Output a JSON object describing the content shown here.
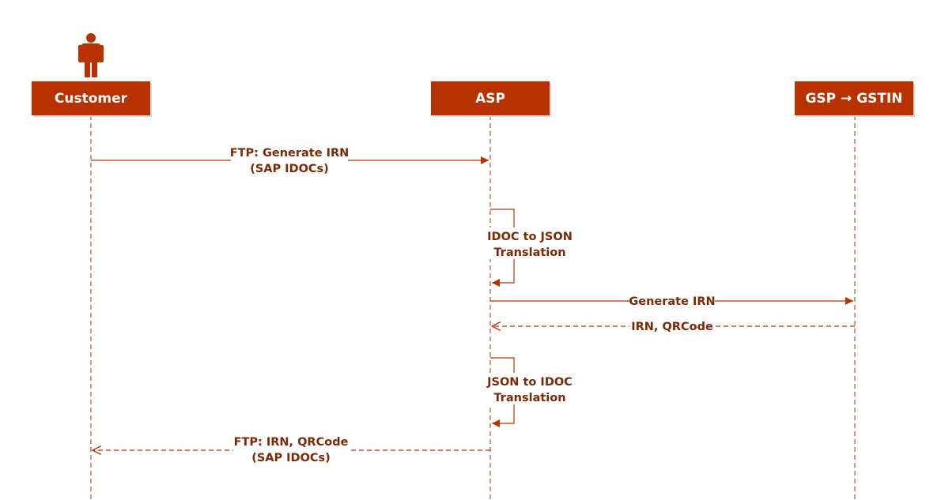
{
  "diagram": {
    "type": "sequence-diagram",
    "participants": {
      "customer": "Customer",
      "asp": "ASP",
      "gsp": "GSP → GSTIN"
    },
    "messages": {
      "m1": {
        "line1": "FTP: Generate IRN",
        "line2": "(SAP IDOCs)"
      },
      "m2": {
        "line1": "IDOC to JSON",
        "line2": "Translation"
      },
      "m3": {
        "line1": "Generate IRN"
      },
      "m4": {
        "line1": "IRN, QRCode"
      },
      "m5": {
        "line1": "JSON to IDOC",
        "line2": "Translation"
      },
      "m6": {
        "line1": "FTP: IRN, QRCode",
        "line2": "(SAP IDOCs)"
      }
    },
    "colors": {
      "accent": "#b83200",
      "label_text": "#7a2a06",
      "participant_text": "#ffffff"
    },
    "icons": {
      "customer_actor": "person-icon"
    }
  }
}
